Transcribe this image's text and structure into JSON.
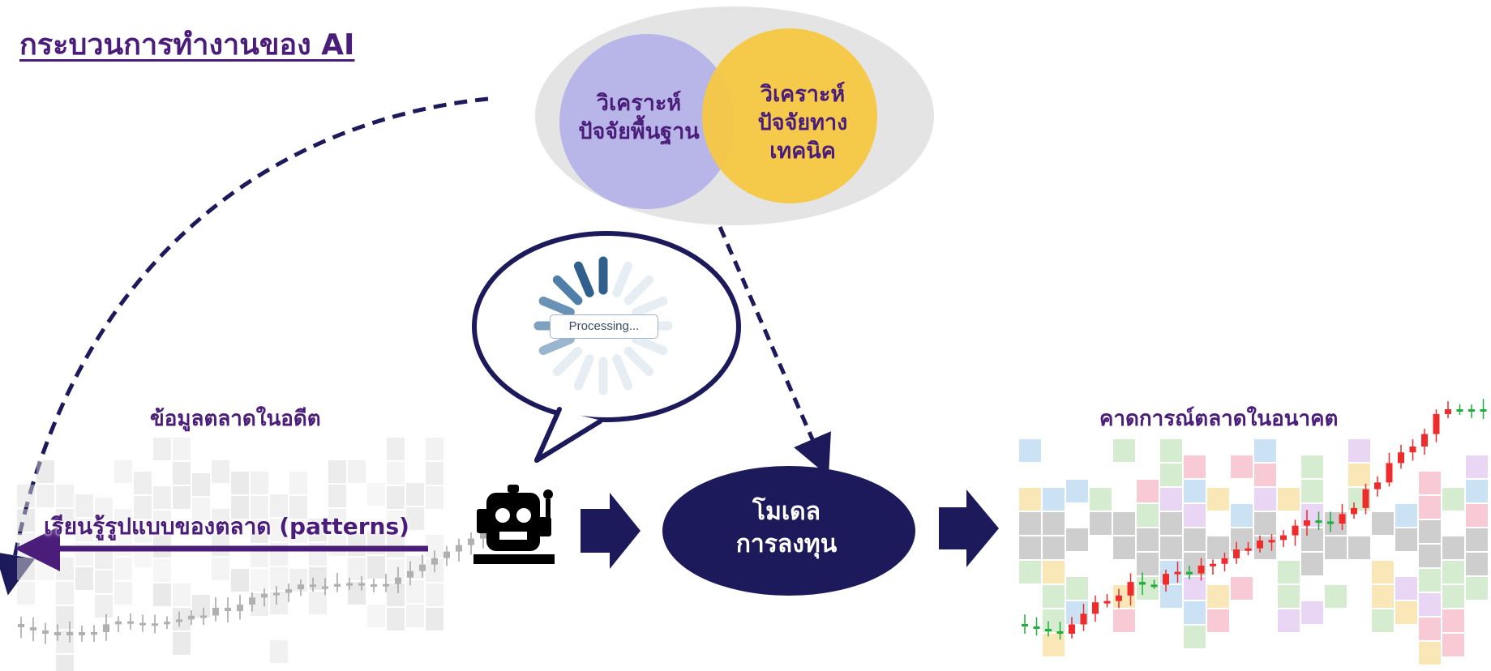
{
  "title": "กระบวนการทำงานของ AI",
  "venn": {
    "left_label": [
      "วิเคราะห์",
      "ปัจจัยพื้นฐาน"
    ],
    "right_label": [
      "วิเคราะห์",
      "ปัจจัยทาง",
      "เทคนิค"
    ],
    "left_color": "#b8b6e8",
    "right_color": "#f5c842"
  },
  "past_data_label": "ข้อมูลตลาดในอดีต",
  "learn_label": "เรียนรู้รูปแบบของตลาด (patterns)",
  "processing_label": "Processing...",
  "model_label": [
    "โมเดล",
    "การลงทุน"
  ],
  "future_label": "คาดการณ์ตลาดในอนาคต",
  "colors": {
    "title": "#4b1d7a",
    "navy": "#1c1a5a",
    "dashed_arrow": "#1c1a5a",
    "learn_arrow": "#4b1d7a",
    "candle_up": "#1fae3a",
    "candle_down": "#ee2c2c"
  },
  "icons": [
    "robot-icon",
    "loading-spinner-icon",
    "arrow-right-icon",
    "dashed-arrow-icon"
  ]
}
